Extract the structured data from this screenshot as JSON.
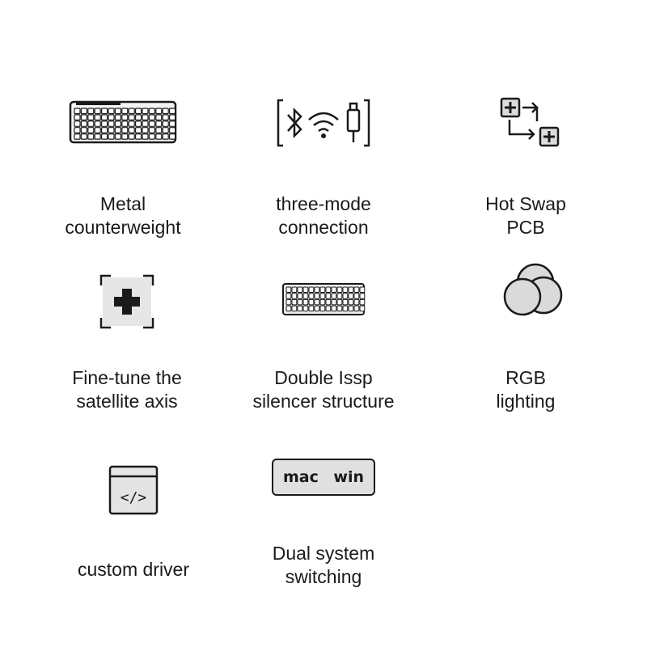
{
  "colors": {
    "ink": "#1a1a1a",
    "key_fill": "#e0e0e0",
    "circle_fill": "#dadada"
  },
  "features": [
    {
      "icon": "keyboard-icon",
      "label": "Metal\ncounterweight"
    },
    {
      "icon": "bluetooth-wifi-usb-icon",
      "label": "three-mode\nconnection"
    },
    {
      "icon": "hot-swap-icon",
      "label": "Hot Swap\nPCB"
    },
    {
      "icon": "switch-stem-icon",
      "label": "Fine-tune the\nsatellite axis"
    },
    {
      "icon": "keyboard-exploded-icon",
      "label": "Double Issp\nsilencer structure"
    },
    {
      "icon": "rgb-circles-icon",
      "label": "RGB\nlighting"
    },
    {
      "icon": "code-window-icon",
      "label": "custom driver"
    },
    {
      "icon": "mac-win-key-icon",
      "label": "Dual system\nswitching",
      "key_left": "mac",
      "key_right": "win"
    }
  ]
}
